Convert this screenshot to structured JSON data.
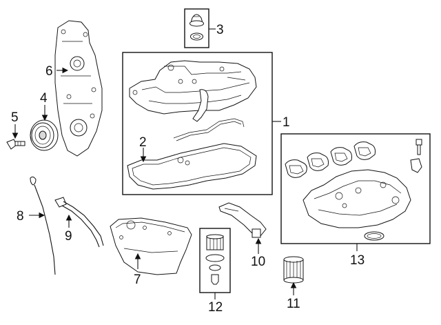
{
  "callouts": [
    {
      "id": "1",
      "text": "1"
    },
    {
      "id": "2",
      "text": "2"
    },
    {
      "id": "3",
      "text": "3"
    },
    {
      "id": "4",
      "text": "4"
    },
    {
      "id": "5",
      "text": "5"
    },
    {
      "id": "6",
      "text": "6"
    },
    {
      "id": "7",
      "text": "7"
    },
    {
      "id": "8",
      "text": "8"
    },
    {
      "id": "9",
      "text": "9"
    },
    {
      "id": "10",
      "text": "10"
    },
    {
      "id": "11",
      "text": "11"
    },
    {
      "id": "12",
      "text": "12"
    },
    {
      "id": "13",
      "text": "13"
    }
  ],
  "colors": {
    "line": "#111111",
    "background": "#ffffff",
    "shade": "#d9d9d9"
  }
}
